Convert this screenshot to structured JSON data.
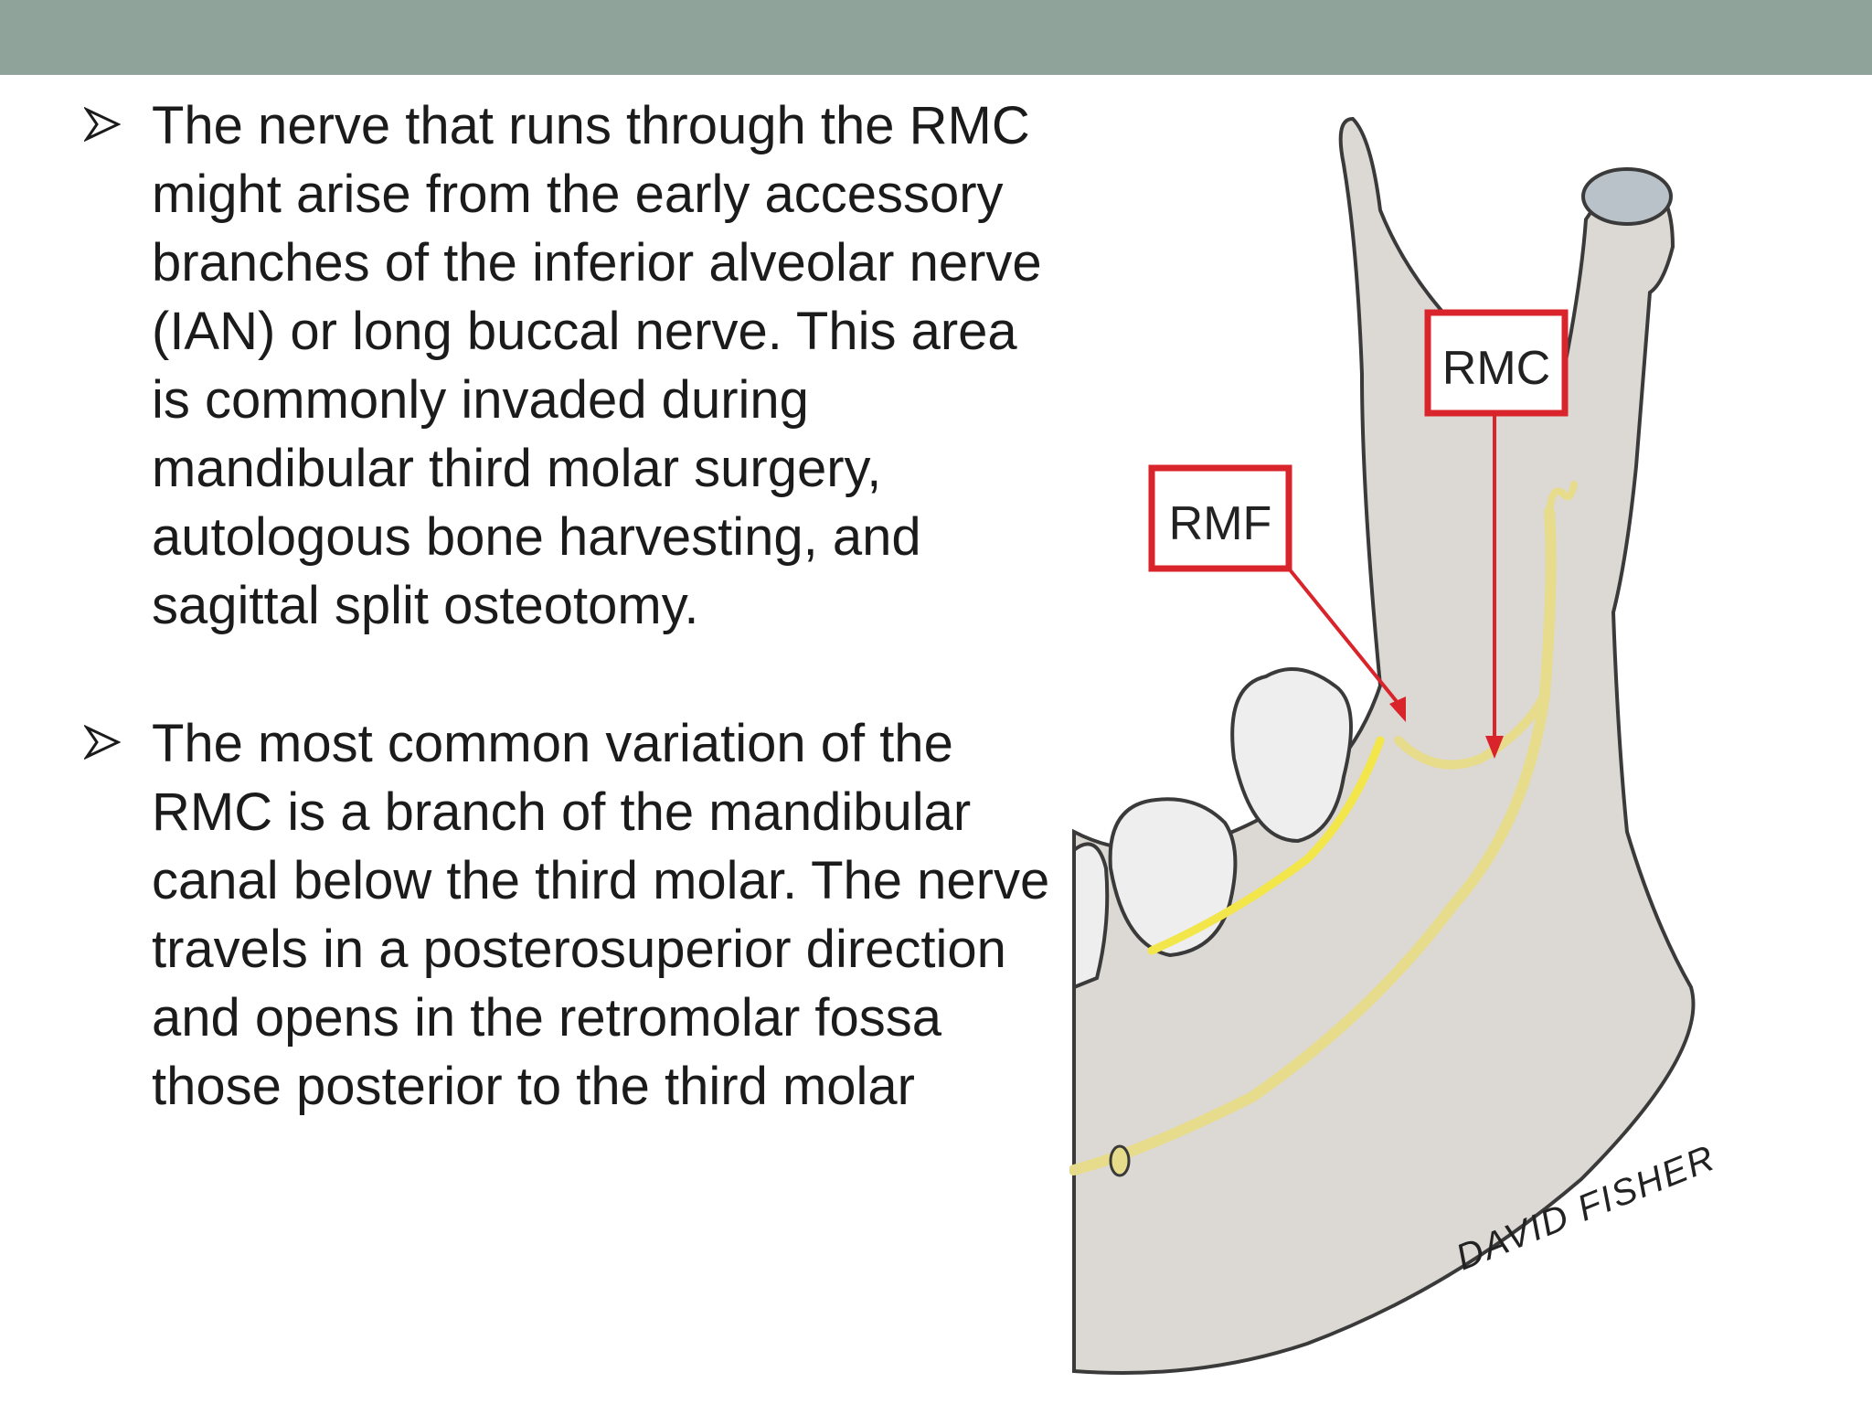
{
  "bullets": [
    {
      "text": "The nerve that runs through the RMC might arise from the early accessory branches of the inferior alveolar nerve (IAN) or long buccal nerve. This area is commonly invaded during mandibular third molar surgery, autologous bone harvesting, and sagittal split osteotomy."
    },
    {
      "text": "The most common variation of the RMC is a branch of the mandibular canal below the third molar. The nerve travels in a posterosuperior direction and opens in the retromolar fossa those posterior to the third molar"
    }
  ],
  "figure": {
    "label_rmc": "RMC",
    "label_rmf": "RMF",
    "signature": "DAVID FISHER",
    "colors": {
      "bone": "#dcd8d3",
      "bone_outline": "#3a3a3a",
      "nerve": "#e6dc8c",
      "nerve_bright": "#f2e64a",
      "label_red": "#d8242a",
      "header": "#8fa39a"
    }
  }
}
